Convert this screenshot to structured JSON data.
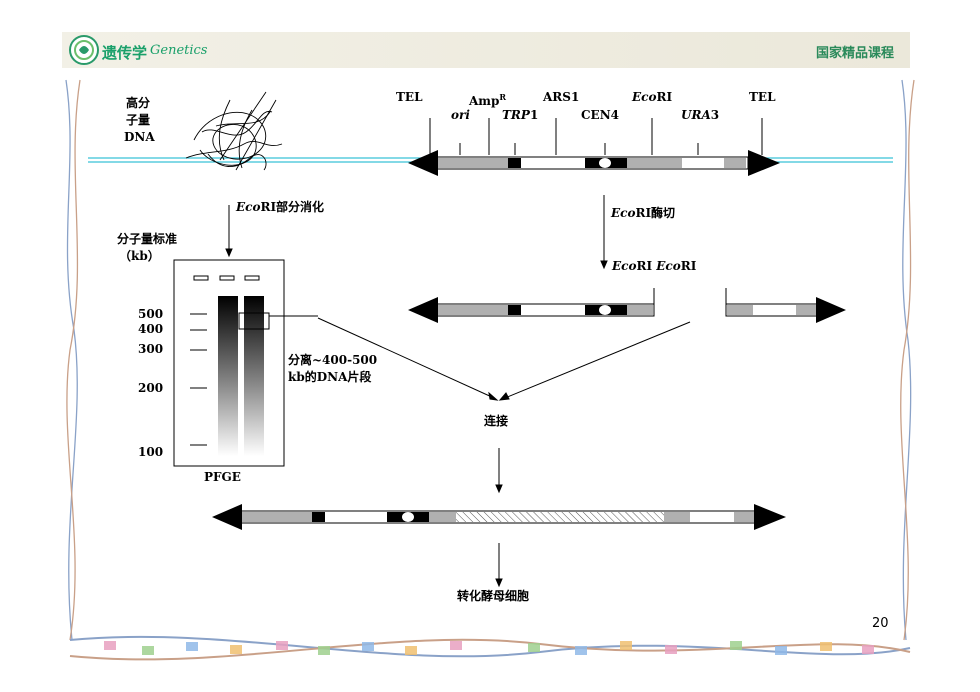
{
  "header": {
    "logo_text": "遗传学",
    "logo_script": "Genetics",
    "right_title": "国家精品课程"
  },
  "slide_number": "20",
  "construct": {
    "labels_top": [
      "TEL",
      "Amp",
      "ARS1",
      "RI",
      "TEL"
    ],
    "amp_sup": "R",
    "ecori_eco": "Eco",
    "labels_bottom": {
      "ori": "ori",
      "trp": "TRP",
      "trp_num": "1",
      "cen": "CEN4",
      "ura": "URA",
      "ura_num": "3"
    }
  },
  "left": {
    "hmw_line1": "高分",
    "hmw_line2": "子量",
    "hmw_line3": "DNA",
    "digest_eco": "Eco",
    "digest_rest": "RI部分消化",
    "marker_line1": "分子量标准",
    "marker_line2": "（kb）",
    "ladder": [
      "500",
      "400",
      "300",
      "200",
      "100"
    ],
    "gel_label": "PFGE",
    "separate_line1": "分离~400-500",
    "separate_line2": "kb的DNA片段"
  },
  "right": {
    "cut_eco": "Eco",
    "cut_rest": "RI酶切",
    "ends_eco1": "Eco",
    "ends_ri1": "RI",
    "ends_eco2": "Eco",
    "ends_ri2": "RI"
  },
  "center": {
    "ligate": "连接",
    "transform": "转化酵母细胞"
  }
}
